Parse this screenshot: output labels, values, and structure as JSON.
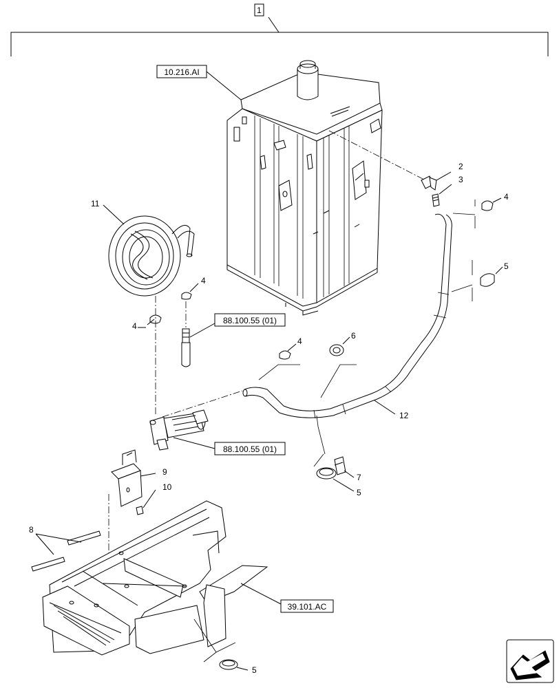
{
  "diagram": {
    "assembly_number": "1",
    "references": {
      "tank": "10.216.AI",
      "sensor": "88.100.55 (01)",
      "pump": "88.100.55 (01)",
      "frame": "39.101.AC"
    },
    "callouts": {
      "fitting_elbow": "2",
      "fitting_adapter": "3",
      "clamp_top_right": "4",
      "clamp_sensor": "4",
      "clamp_left": "4",
      "clamp_mid": "4",
      "band_right": "5",
      "band_mid": "5",
      "band_bottom": "5",
      "grommet": "6",
      "clip": "7",
      "pins": "8",
      "bracket": "9",
      "bolt": "10",
      "coiled_hose": "11",
      "hose": "12"
    }
  }
}
